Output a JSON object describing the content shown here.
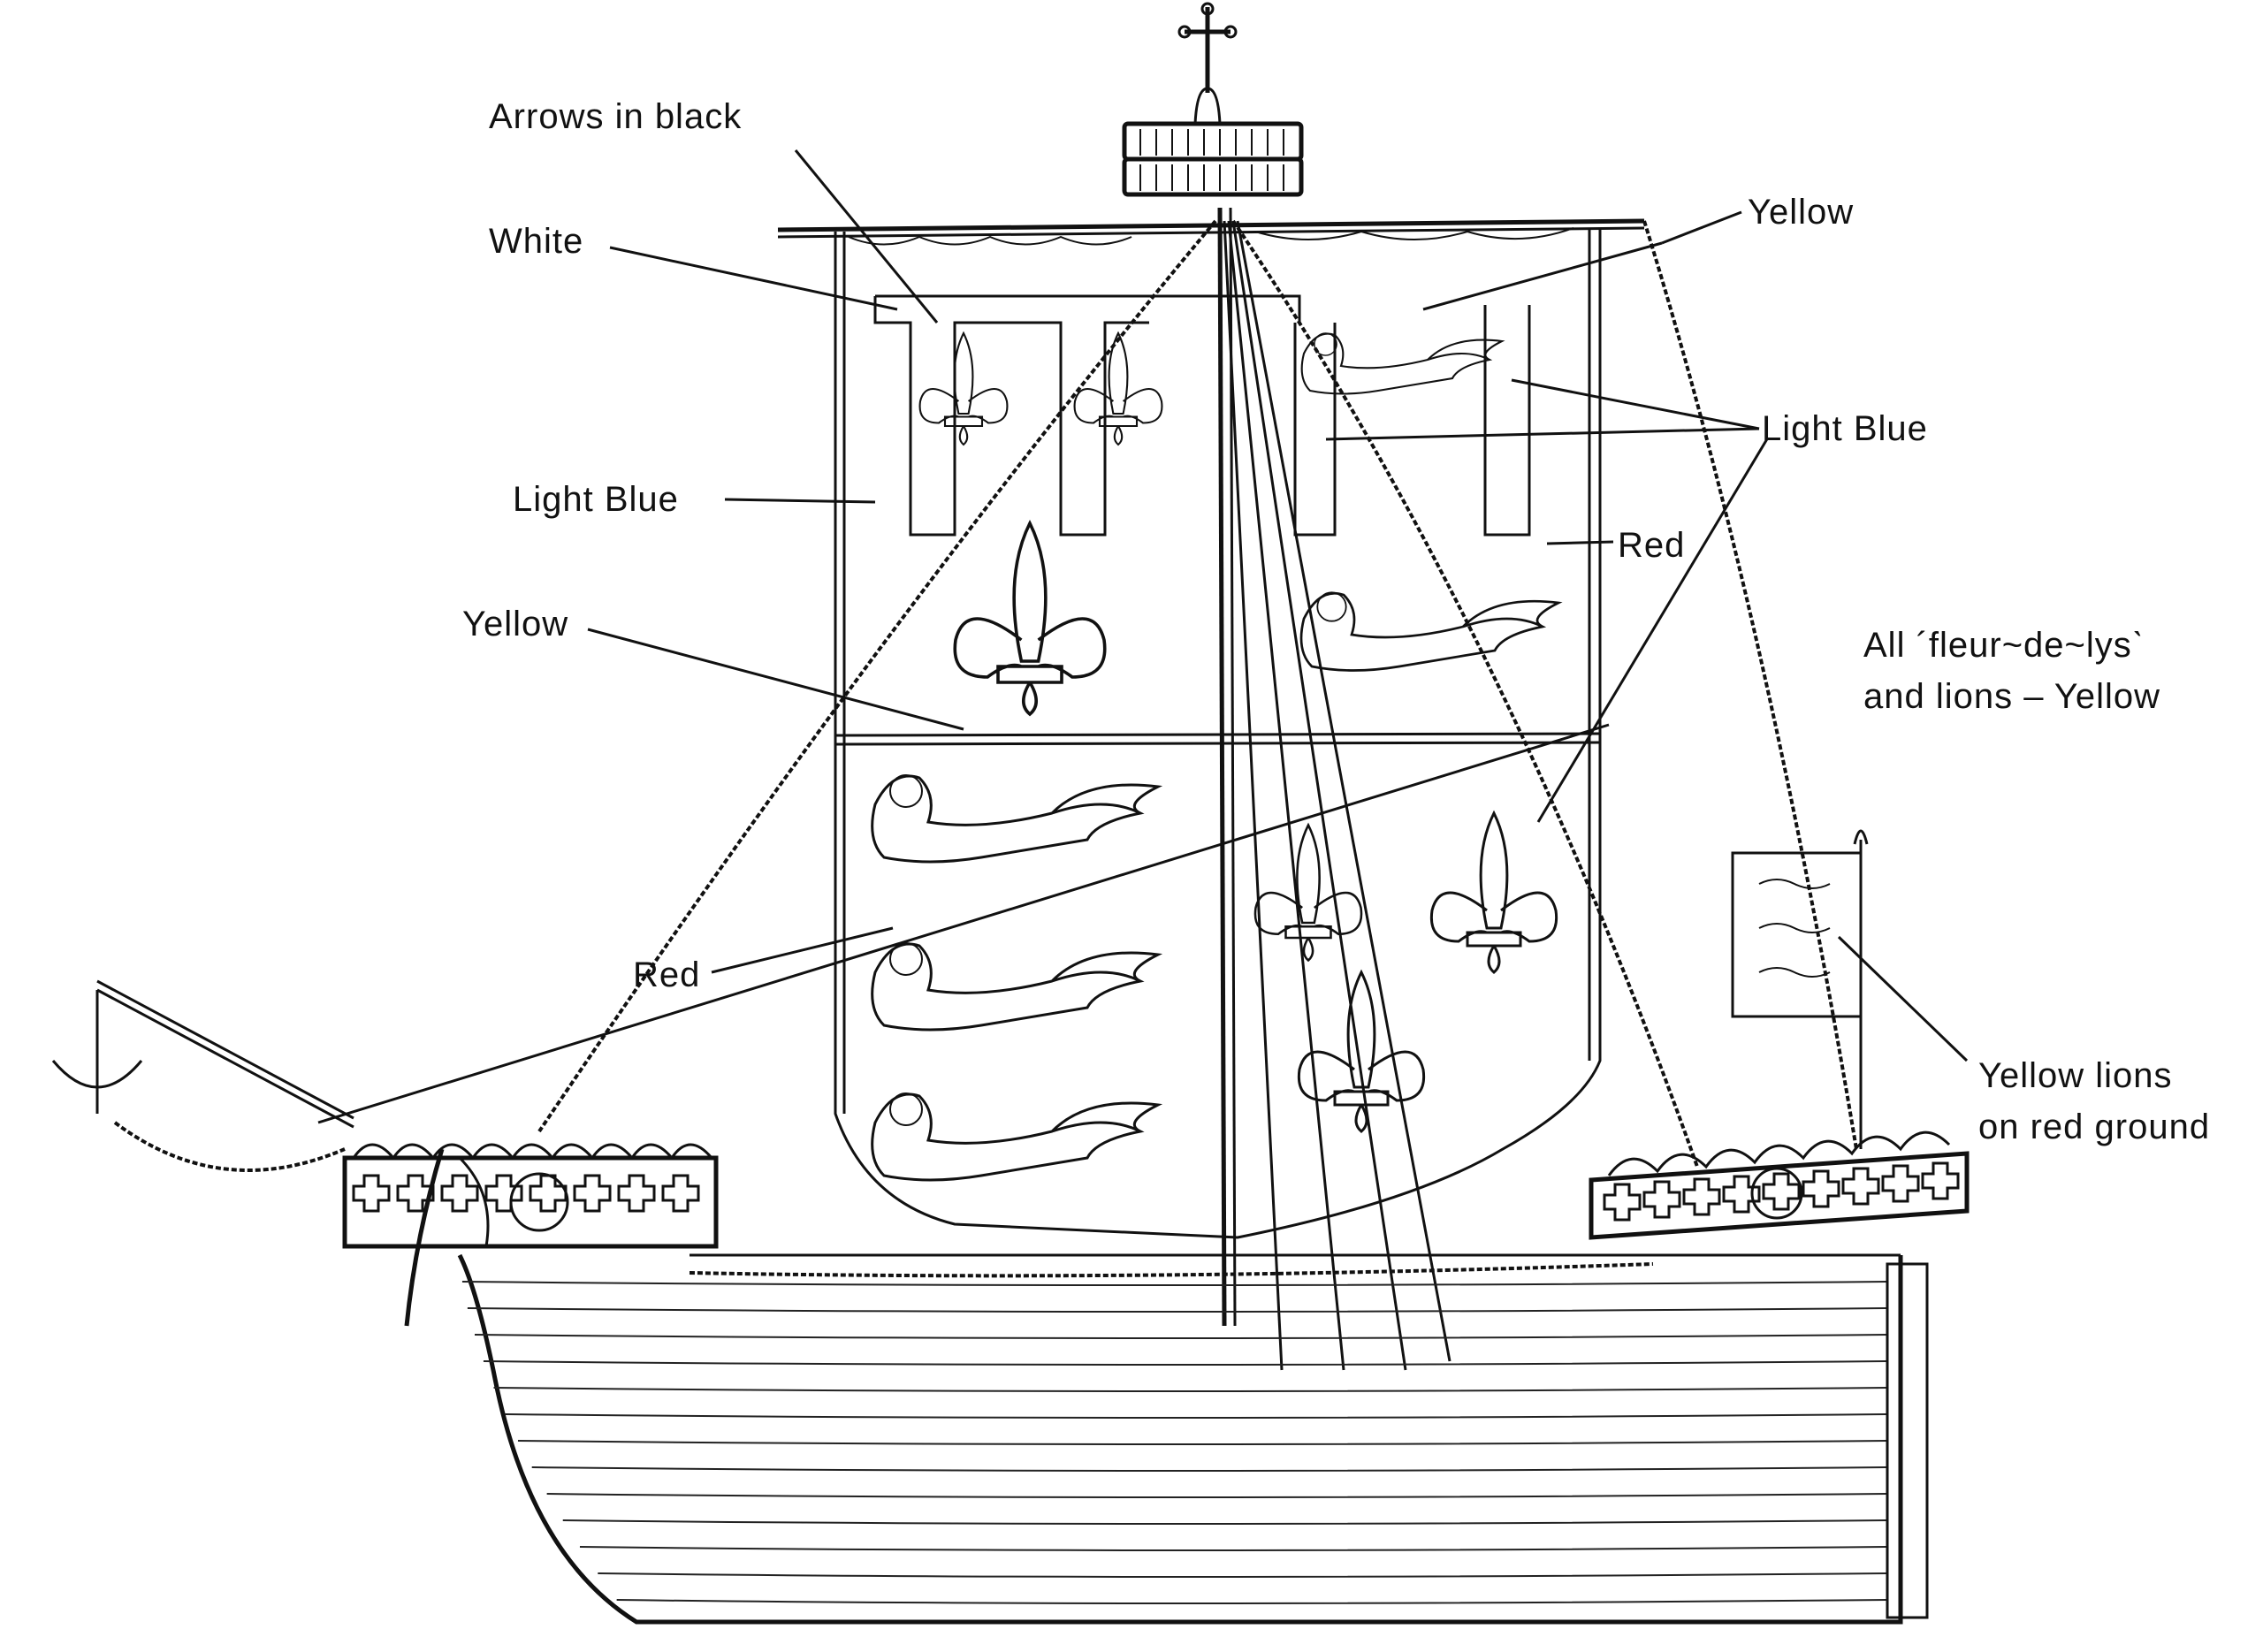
{
  "title": "Medieval cog ship colour scheme diagram",
  "labels": {
    "arrows": "Arrows in black",
    "white": "White",
    "yellow_top": "Yellow",
    "light_blue_left": "Light  Blue",
    "light_blue_right": "Light  Blue",
    "red_right": "Red",
    "yellow_left": "Yellow",
    "red_left": "Red",
    "all_fleur": "All ´fleur~de~lysˋ",
    "all_fleur_2": "and lions – Yellow",
    "yellow_lions": "Yellow  lions",
    "yellow_lions_2": "on red ground"
  },
  "colors": {
    "ink": "#111111",
    "paper": "#ffffff"
  }
}
